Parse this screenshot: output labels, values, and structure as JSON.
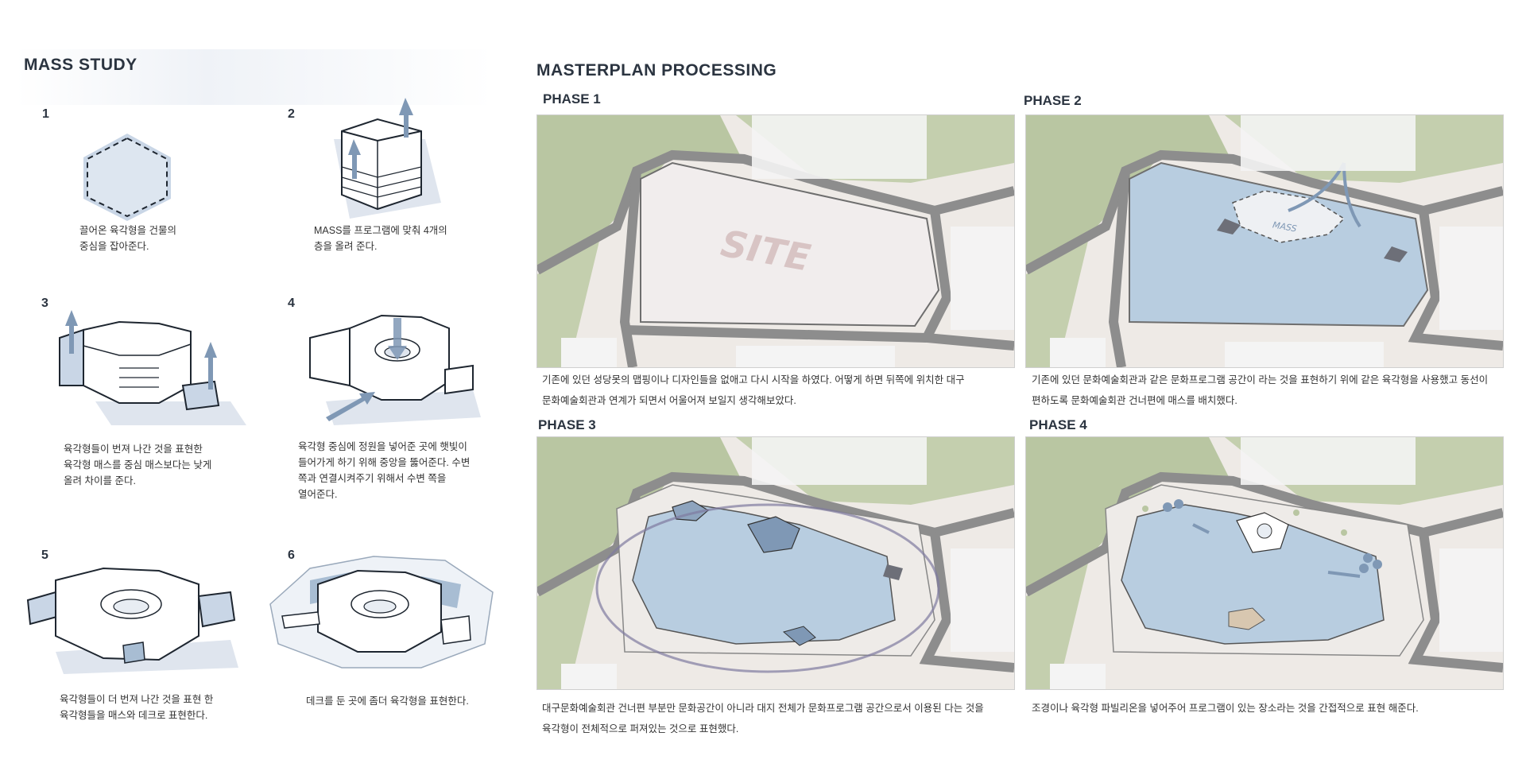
{
  "mass_study": {
    "title": "MASS STUDY",
    "steps": [
      {
        "num": "1",
        "caption": [
          "끌어온 육각형을 건물의",
          "중심을 잡아준다."
        ]
      },
      {
        "num": "2",
        "caption": [
          "MASS를 프로그램에 맞춰 4개의",
          "층을 올려 준다."
        ]
      },
      {
        "num": "3",
        "caption": [
          "육각형들이 번져 나간 것을 표현한",
          "육각형 매스를 중심 매스보다는 낮게",
          "올려 차이를 준다."
        ]
      },
      {
        "num": "4",
        "caption": [
          "육각형 중심에 정원을 넣어준 곳에 햇빛이",
          "들어가게 하기 위해  중앙을 뚫어준다. 수변",
          "쪽과 연결시켜주기 위해서 수변 쪽을",
          "열어준다."
        ]
      },
      {
        "num": "5",
        "caption": [
          "육각형들이 더 번져 나간 것을 표현 한",
          "육각형들을 매스와 데크로 표현한다."
        ]
      },
      {
        "num": "6",
        "caption": [
          "데크를 둔 곳에 좀더 육각형을 표현한다."
        ]
      }
    ]
  },
  "masterplan": {
    "title": "MASTERPLAN  PROCESSING",
    "phases": [
      {
        "label": "PHASE 1",
        "map_text": "SITE",
        "caption": [
          "기존에 있던 성당못의 맵핑이나 디자인들을 없애고 다시 시작을 하였다. 어떻게 하면 뒤쪽에 위치한 대구",
          "문화예술회관과 연계가 되면서 어울어져 보일지 생각해보았다."
        ]
      },
      {
        "label": "PHASE 2",
        "map_text": "MASS",
        "caption": [
          "기존에 있던 문화예술회관과 같은 문화프로그램 공간이 라는 것을 표현하기 위에 같은 육각형을 사용했고 동선이",
          "편하도록 문화예술회관 건너편에 매스를 배치했다."
        ]
      },
      {
        "label": "PHASE 3",
        "caption": [
          "대구문화예술회관 건너편 부분만 문화공간이 아니라 대지 전체가 문화프로그램 공간으로서 이용된 다는 것을",
          "육각형이 전체적으로 퍼져있는 것으로 표현했다."
        ]
      },
      {
        "label": "PHASE 4",
        "caption": [
          "조경이나 육각형 파빌리온을 넣어주어 프로그램이 있는 장소라는 것을 간접적으로 표현 해준다."
        ]
      }
    ]
  },
  "colors": {
    "green": "#b9c6a2",
    "water": "#b8cde0",
    "road": "#8d8d8d",
    "accent": "#7f98b5",
    "text": "#2b3440"
  }
}
